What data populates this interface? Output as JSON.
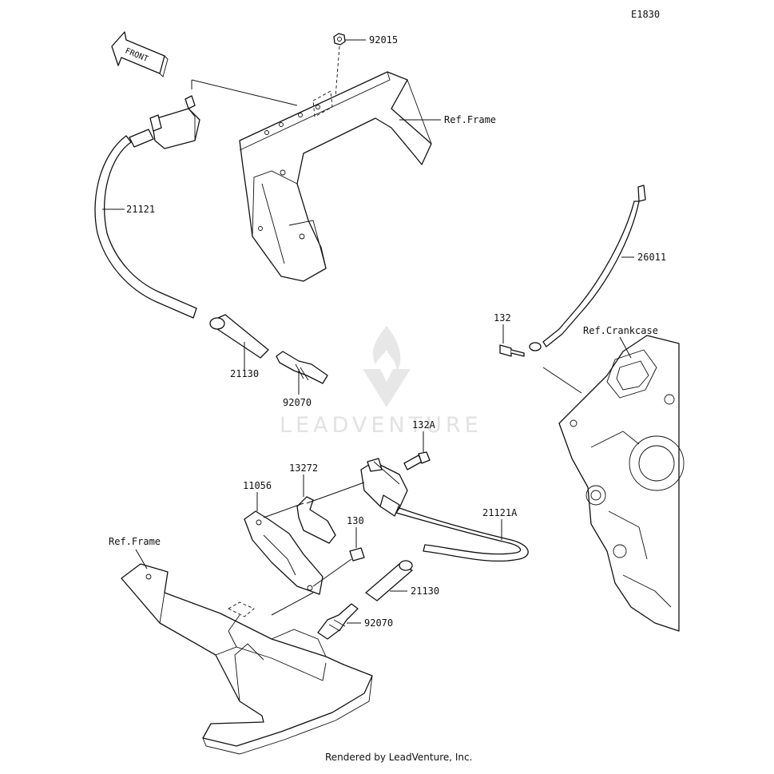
{
  "diagram_code": "E1830",
  "front_label": "FRONT",
  "watermark": "LEADVENTURE",
  "footer": "Rendered by LeadVenture, Inc.",
  "callouts": {
    "p92015": "92015",
    "ref_frame_top": "Ref.Frame",
    "p21121": "21121",
    "p26011": "26011",
    "p132": "132",
    "ref_crankcase": "Ref.Crankcase",
    "p21130_top": "21130",
    "p92070_top": "92070",
    "p132A": "132A",
    "p13272": "13272",
    "p11056": "11056",
    "p21121A": "21121A",
    "p130": "130",
    "ref_frame_bottom": "Ref.Frame",
    "p21130_bottom": "21130",
    "p92070_bottom": "92070"
  }
}
